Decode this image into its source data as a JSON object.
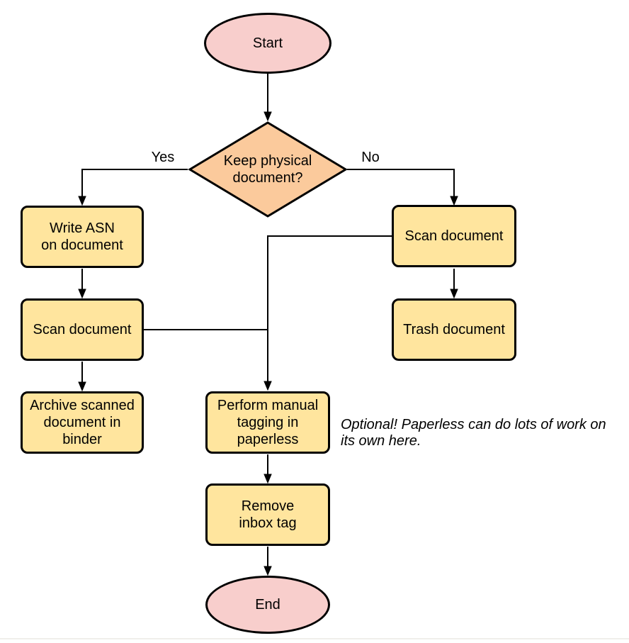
{
  "diagram": {
    "nodes": {
      "start": {
        "type": "terminator",
        "label": "Start"
      },
      "keep_physical": {
        "type": "decision",
        "label": "Keep physical\ndocument?"
      },
      "write_asn": {
        "type": "process",
        "label": "Write ASN\non document"
      },
      "scan_left": {
        "type": "process",
        "label": "Scan document"
      },
      "archive": {
        "type": "process",
        "label": "Archive scanned\ndocument in\nbinder"
      },
      "scan_right": {
        "type": "process",
        "label": "Scan document"
      },
      "trash": {
        "type": "process",
        "label": "Trash document"
      },
      "tagging": {
        "type": "process",
        "label": "Perform manual\ntagging in\npaperless"
      },
      "remove_inbox": {
        "type": "process",
        "label": "Remove\ninbox tag"
      },
      "end": {
        "type": "terminator",
        "label": "End"
      }
    },
    "edge_labels": {
      "yes": "Yes",
      "no": "No"
    },
    "edges": [
      {
        "from": "start",
        "to": "keep_physical",
        "label": ""
      },
      {
        "from": "keep_physical",
        "to": "write_asn",
        "label": "Yes"
      },
      {
        "from": "keep_physical",
        "to": "scan_right",
        "label": "No"
      },
      {
        "from": "write_asn",
        "to": "scan_left",
        "label": ""
      },
      {
        "from": "scan_left",
        "to": "archive",
        "label": ""
      },
      {
        "from": "scan_left",
        "to": "tagging",
        "label": ""
      },
      {
        "from": "scan_right",
        "to": "trash",
        "label": ""
      },
      {
        "from": "scan_right",
        "to": "tagging",
        "label": ""
      },
      {
        "from": "tagging",
        "to": "remove_inbox",
        "label": ""
      },
      {
        "from": "remove_inbox",
        "to": "end",
        "label": ""
      }
    ],
    "annotation": "Optional! Paperless can do lots of work on\nits own here.",
    "colors": {
      "terminator_fill": "#f8cecc",
      "decision_fill": "#fbca9c",
      "process_fill": "#ffe59e",
      "stroke": "#000000"
    }
  }
}
